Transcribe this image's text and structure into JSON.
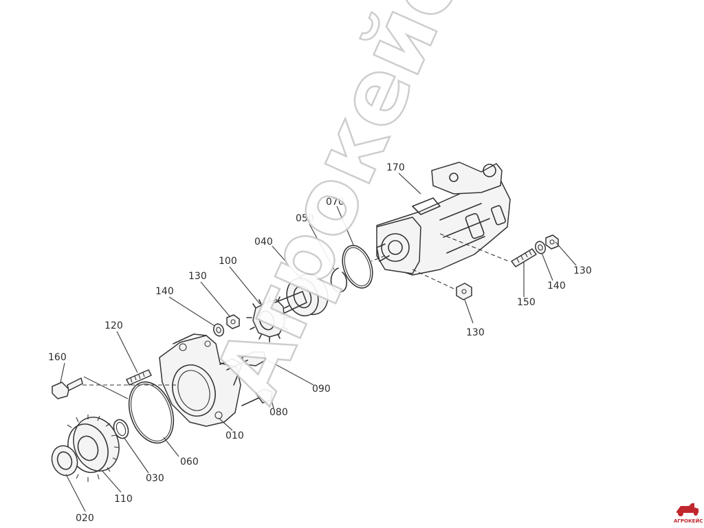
{
  "diagram": {
    "callouts": [
      {
        "id": "c170",
        "text": "170"
      },
      {
        "id": "c070",
        "text": "070"
      },
      {
        "id": "c050",
        "text": "050"
      },
      {
        "id": "c040",
        "text": "040"
      },
      {
        "id": "c100",
        "text": "100"
      },
      {
        "id": "c130a",
        "text": "130"
      },
      {
        "id": "c140a",
        "text": "140"
      },
      {
        "id": "c120",
        "text": "120"
      },
      {
        "id": "c160",
        "text": "160"
      },
      {
        "id": "c090",
        "text": "090"
      },
      {
        "id": "c080",
        "text": "080"
      },
      {
        "id": "c010",
        "text": "010"
      },
      {
        "id": "c060",
        "text": "060"
      },
      {
        "id": "c030",
        "text": "030"
      },
      {
        "id": "c110",
        "text": "110"
      },
      {
        "id": "c020",
        "text": "020"
      },
      {
        "id": "c130b",
        "text": "130"
      },
      {
        "id": "c140b",
        "text": "140"
      },
      {
        "id": "c150",
        "text": "150"
      },
      {
        "id": "c130c",
        "text": "130"
      }
    ],
    "watermark": "Агрокейс",
    "logo_text": "АГРОКЕЙС"
  },
  "colors": {
    "line": "#333333",
    "watermark": "#c8c8c8",
    "logo": "#c0272d"
  }
}
